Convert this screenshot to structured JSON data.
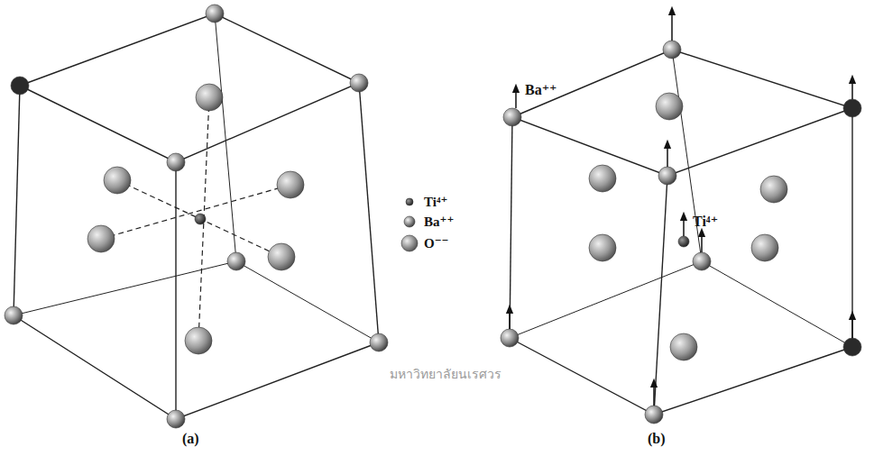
{
  "diagram": {
    "labels": [
      "(a)",
      "(b)",
      "Ba⁺⁺",
      "Ti⁴⁺",
      "มหาวิทยาลัยนเรศวร"
    ],
    "legend": [
      {
        "text": "Ti⁴⁺"
      },
      {
        "text": "Ba⁺⁺"
      },
      {
        "text": "O⁻⁻"
      }
    ]
  }
}
